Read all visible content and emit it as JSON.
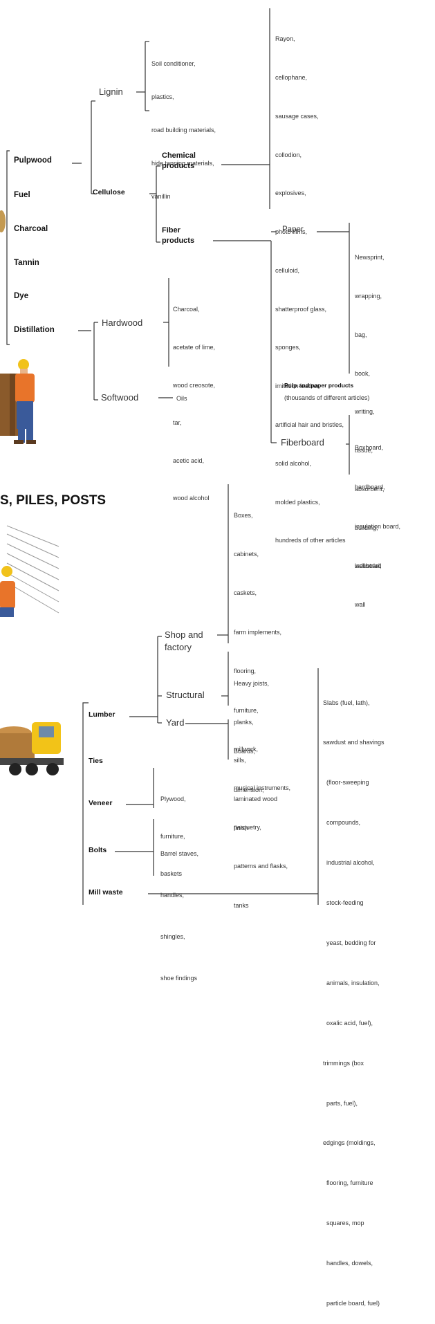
{
  "section1": {
    "main_list": [
      "Pulpwood",
      "Fuel",
      "Charcoal",
      "Tannin",
      "Dye",
      "Distillation"
    ],
    "lignin": "Lignin",
    "lignin_products": [
      "Soil conditioner,",
      "plastics,",
      "road building materials,",
      "hide tanning materials,",
      "vanillin"
    ],
    "cellulose": "Cellulose",
    "chemical_products": "Chemical\nproducts",
    "chemical_list": [
      "Rayon,",
      "cellophane,",
      "sausage cases,",
      "collodion,",
      "explosives,",
      "photo films,",
      "celluloid,",
      "shatterproof glass,",
      "sponges,",
      "imitation leather,",
      "artificial hair and bristles,",
      "solid alcohol,",
      "molded plastics,",
      "hundreds of other articles"
    ],
    "fiber_products": "Fiber\nproducts",
    "paper": "Paper",
    "paper_list": [
      "Newsprint,",
      "wrapping,",
      "bag,",
      "book,",
      "writing,",
      "tissue,",
      "absorbent,",
      "building,",
      "industrial,",
      "wall"
    ],
    "hardwood": "Hardwood",
    "hardwood_list": [
      "Charcoal,",
      "acetate of lime,",
      "wood creosote,",
      "tar,",
      "acetic acid,",
      "wood alcohol"
    ],
    "softwood": "Softwood",
    "oils": "Oils",
    "pulp_title": "Pulp and paper products",
    "pulp_sub": "(thousands of different articles)",
    "fiberboard": "Fiberboard",
    "fiberboard_list": [
      "Boxboard,",
      "hardboard,",
      "insulation board,",
      "wallboard"
    ]
  },
  "section2": {
    "title": "S, PILES, POSTS",
    "shop_list": [
      "Boxes,",
      "cabinets,",
      "caskets,",
      "farm implements,",
      "flooring,",
      "furniture,",
      "millwork,",
      "musical instruments,",
      "parquetry,",
      "patterns and flasks,",
      "tanks"
    ],
    "shop": "Shop and\nfactory",
    "structural": "Structural",
    "structural_list": [
      "Heavy joists,",
      "planks,",
      "sills,",
      "laminated wood"
    ],
    "yard": "Yard",
    "yard_list": [
      "Boards,",
      "dimension,",
      "finish"
    ],
    "lumber": "Lumber",
    "ties": "Ties",
    "veneer": "Veneer",
    "veneer_list": [
      "Plywood,",
      "furniture,",
      "baskets"
    ],
    "bolts": "Bolts",
    "bolts_list": [
      "Barrel staves,",
      "handles,",
      "shingles,",
      "shoe findings"
    ],
    "mill_waste": "Mill waste",
    "waste_list": [
      "Slabs (fuel, lath),",
      "sawdust and shavings",
      "  (floor-sweeping",
      "  compounds,",
      "  industrial alcohol,",
      "  stock-feeding",
      "  yeast, bedding for",
      "  animals, insulation,",
      "  oxalic acid, fuel),",
      "trimmings (box",
      "  parts, fuel),",
      "edgings (moldings,",
      "  flooring, furniture",
      "  squares, mop",
      "  handles, dowels,",
      "  particle board, fuel)"
    ]
  },
  "colors": {
    "line": "#333333",
    "text": "#333333",
    "wood": "#b07a3a",
    "vest": "#e8742a",
    "helmet": "#f1c21b",
    "truck": "#f2c318"
  }
}
